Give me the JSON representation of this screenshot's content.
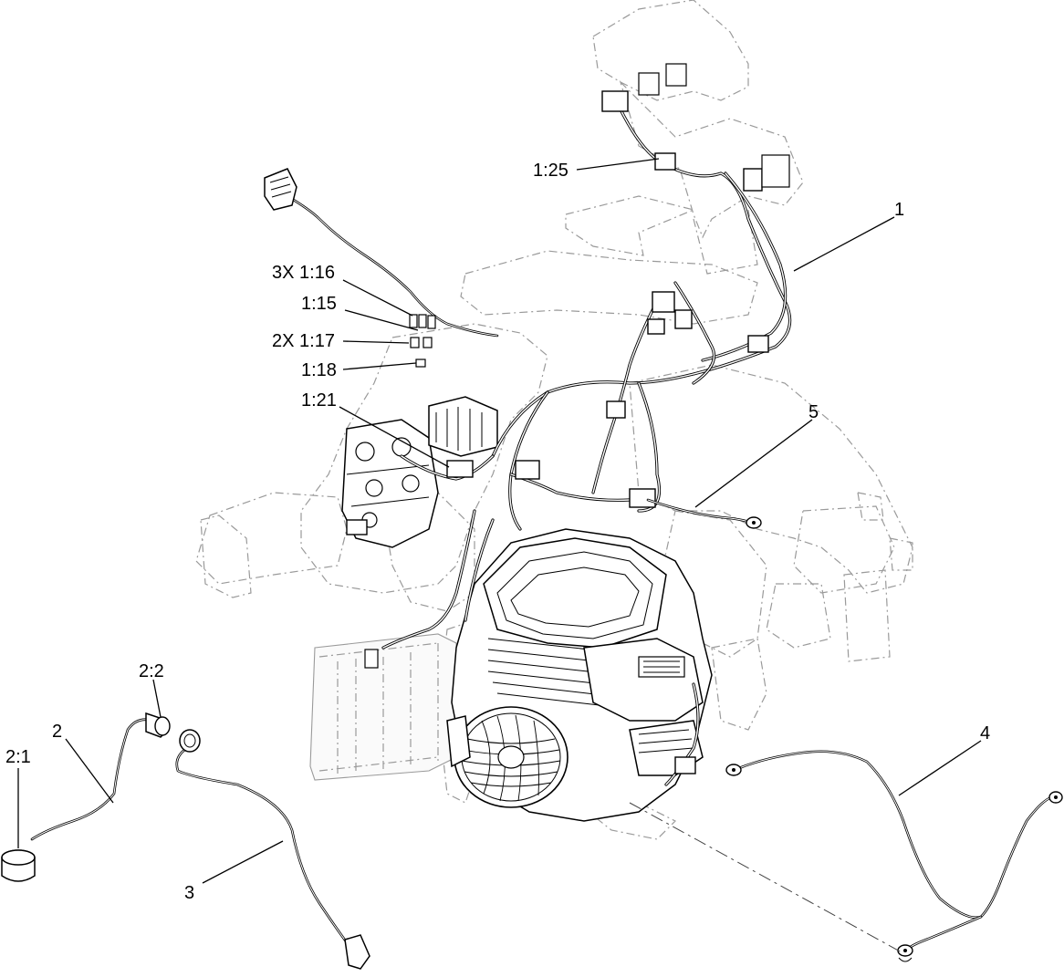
{
  "callouts": {
    "c_1_25": "1:25",
    "c_1": "1",
    "c_3x_1_16": "3X 1:16",
    "c_1_15": "1:15",
    "c_2x_1_17": "2X 1:17",
    "c_1_18": "1:18",
    "c_1_21": "1:21",
    "c_5": "5",
    "c_2_2": "2:2",
    "c_2": "2",
    "c_2_1": "2:1",
    "c_4": "4",
    "c_3": "3"
  },
  "colors": {
    "ink": "#000000",
    "ghost": "#9a9a9a",
    "paper": "#ffffff"
  }
}
